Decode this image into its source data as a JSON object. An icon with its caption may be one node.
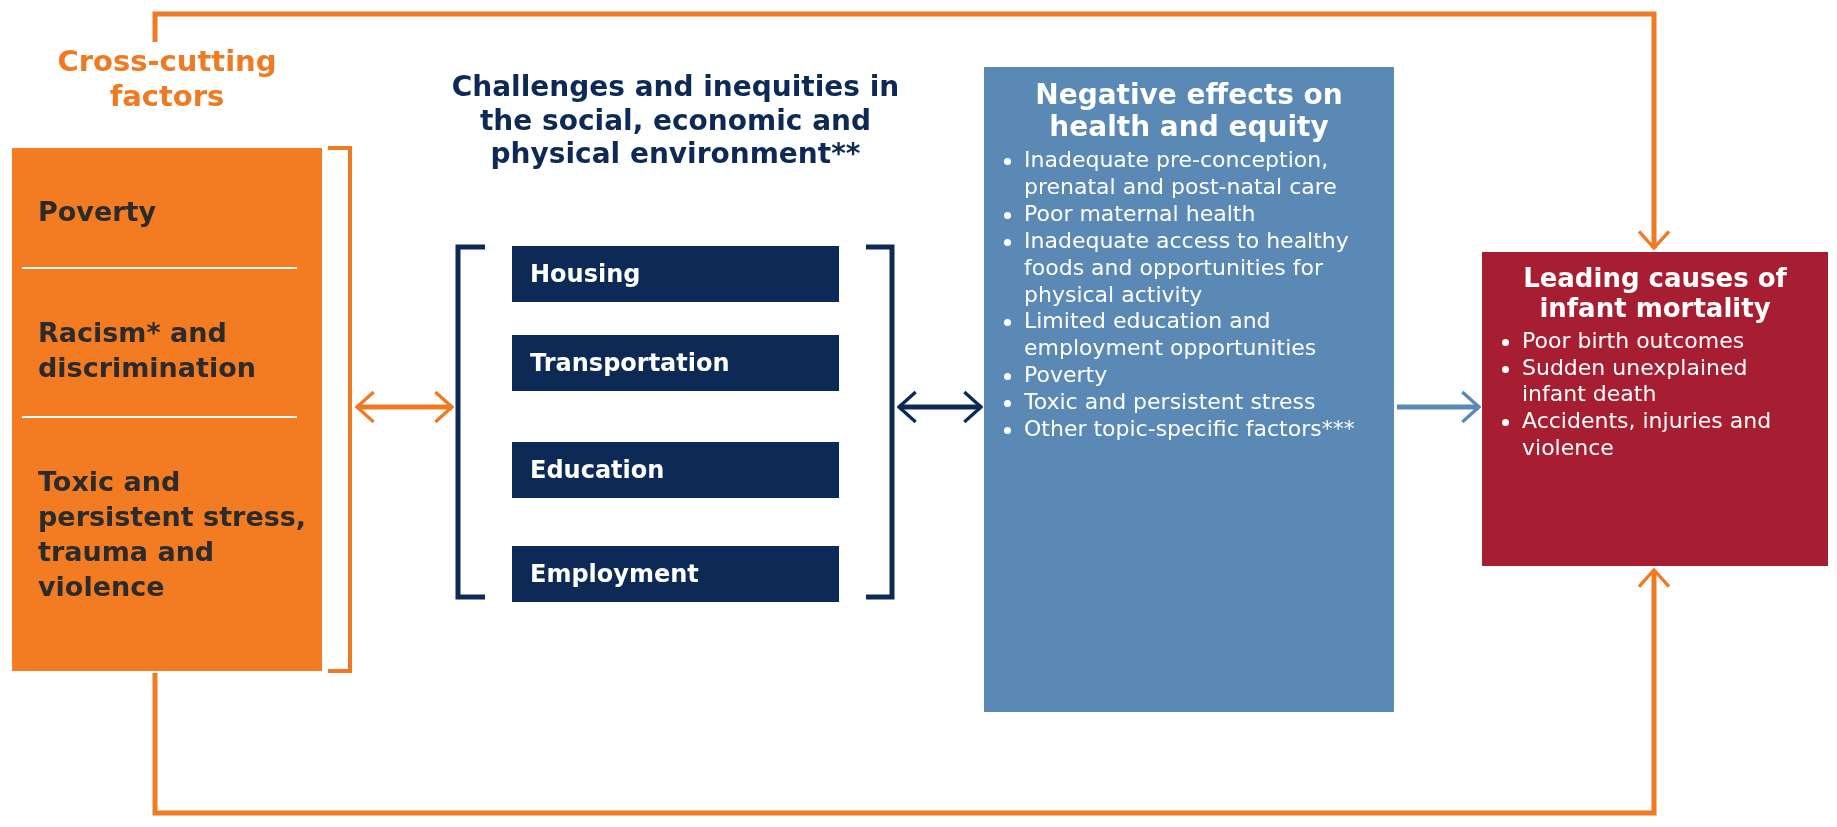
{
  "diagram": {
    "nodes": [
      {
        "text": [
          "Cross-cutting factors",
          "Poverty",
          "Racism* and discrimination",
          "Toxic and persistent stress, trauma and violence"
        ]
      },
      {
        "text": [
          "Challenges and inequities in the social, economic and physical environment**"
        ]
      },
      {
        "text": [
          "Housing"
        ],
        "in": 1
      },
      {
        "text": [
          "Transportation"
        ],
        "in": 1
      },
      {
        "text": [
          "Education"
        ],
        "in": 1
      },
      {
        "text": [
          "Employment"
        ],
        "in": 1
      },
      {
        "text": [
          "Negative effects on health and equity",
          "Inadequate pre-conception, prenatal and post-natal care",
          "Poor maternal health",
          "Inadequate access to healthy foods and opportunities for physical activity",
          "Limited education and employment opportunities",
          "Poverty",
          "Toxic and persistent stress",
          "Other topic-specific factors***"
        ]
      },
      {
        "text": [
          "Leading causes of infant mortality",
          "Poor birth outcomes",
          "Sudden unexplained infant death",
          "Accidents, injuries and violence"
        ]
      }
    ],
    "edges": [
      {
        "from": 0,
        "to": 1,
        "arrow": "both",
        "color": "#f07a22"
      },
      {
        "from": 1,
        "to": 6,
        "arrow": "both",
        "color": "#0d2a57"
      },
      {
        "from": 6,
        "to": 7,
        "arrow": "to",
        "color": "#5b89b5"
      },
      {
        "from": 0,
        "to": 7,
        "arrow": "to",
        "color": "#f07a22"
      },
      {
        "from": 0,
        "to": 7,
        "arrow": "to",
        "color": "#f07a22"
      }
    ]
  }
}
